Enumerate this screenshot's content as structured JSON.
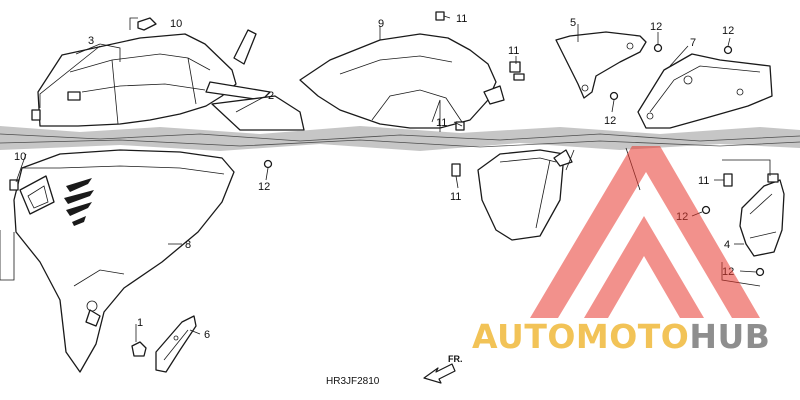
{
  "diagram": {
    "code": "HR3JF2810",
    "direction_label": "FR.",
    "callouts": {
      "c1": "1",
      "c2": "2",
      "c3": "3",
      "c4": "4",
      "c5": "5",
      "c6": "6",
      "c7": "7",
      "c8": "8",
      "c9": "9",
      "c10a": "10",
      "c10b": "10",
      "c11a": "11",
      "c11b": "11",
      "c11c": "11",
      "c11d": "11",
      "c11e": "11",
      "c12a": "12",
      "c12b": "12",
      "c12c": "12",
      "c12d": "12",
      "c12e": "12",
      "c12f": "12"
    }
  },
  "watermark": {
    "brand_part1": "AUTOMOTO",
    "brand_part2": "HUB",
    "colors": {
      "red": "#e8392f",
      "gold": "#f0b93a",
      "gray": "#7a7a7a"
    }
  }
}
